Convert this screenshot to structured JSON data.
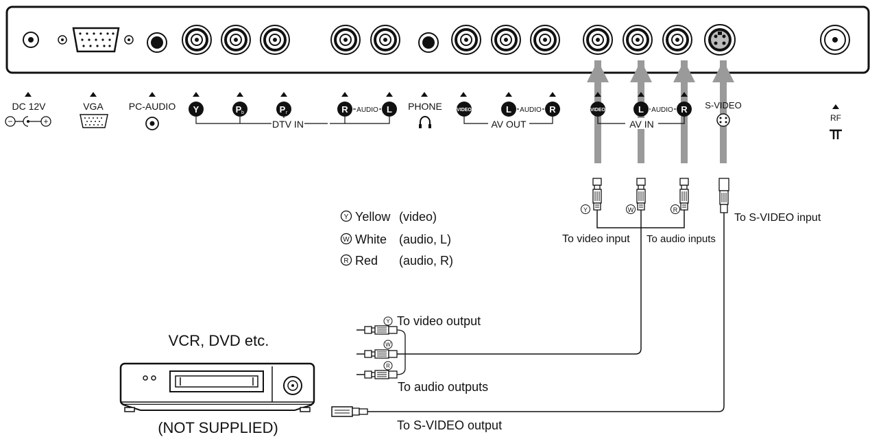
{
  "panel": {
    "labels": {
      "dc12v": "DC 12V",
      "vga": "VGA",
      "pc_audio": "PC-AUDIO",
      "dtv_in": "DTV IN",
      "phone": "PHONE",
      "av_out": "AV OUT",
      "av_in": "AV IN",
      "s_video": "S-VIDEO",
      "rf": "RF",
      "audio": "AUDIO"
    },
    "badges": {
      "y": "Y",
      "pb": "P",
      "pb_sub": "b",
      "pr": "P",
      "pr_sub": "r",
      "r": "R",
      "l": "L",
      "video": "VIDEO"
    },
    "polarity": {
      "minus": "−",
      "plus": "+"
    }
  },
  "legend": [
    {
      "mark": "Y",
      "color": "Yellow",
      "desc": "(video)"
    },
    {
      "mark": "W",
      "color": "White",
      "desc": "(audio, L)"
    },
    {
      "mark": "R",
      "color": "Red",
      "desc": "(audio, R)"
    }
  ],
  "callouts": {
    "to_video_input": "To video input",
    "to_audio_inputs": "To audio inputs",
    "to_svideo_input": "To S-VIDEO input",
    "to_video_output": "To video output",
    "to_audio_outputs": "To audio outputs",
    "to_svideo_output": "To S-VIDEO output"
  },
  "device": {
    "title": "VCR, DVD etc.",
    "note": "(NOT SUPPLIED)"
  },
  "plug_marks": {
    "y": "Y",
    "w": "W",
    "r": "R"
  },
  "colors": {
    "ink": "#111111",
    "arrow": "#9a9a9a",
    "panel_bg": "#ffffff"
  }
}
